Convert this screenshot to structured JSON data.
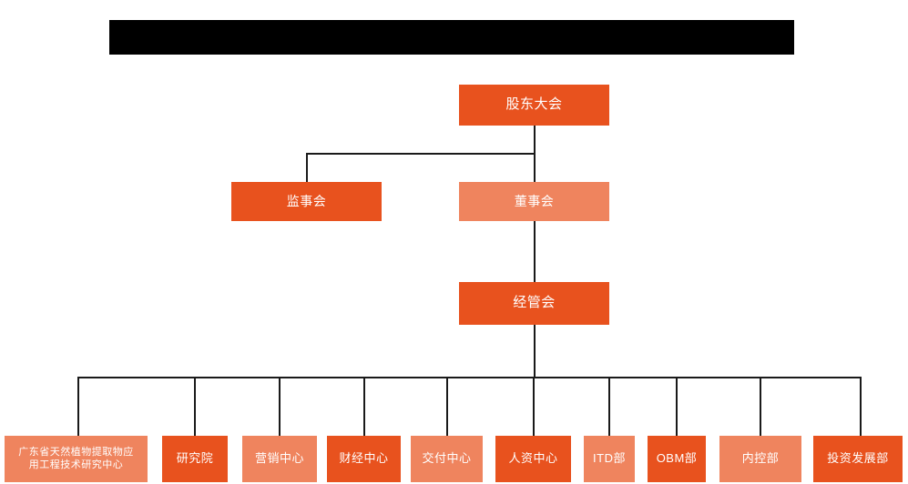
{
  "diagram": {
    "type": "org-chart",
    "title_bar": {
      "label": "",
      "redacted": true,
      "color": "#000000"
    },
    "colors": {
      "fill_dark": "#E8521E",
      "fill_light": "#EF845E",
      "connector": "#1a1a1a",
      "text": "#FFFFFF",
      "background": "#FFFFFF"
    },
    "levels": {
      "level1": [
        {
          "id": "shareholders",
          "label": "股东大会",
          "fill": "dark"
        }
      ],
      "level2": [
        {
          "id": "supervisors",
          "label": "监事会",
          "fill": "dark"
        },
        {
          "id": "directors",
          "label": "董事会",
          "fill": "light"
        }
      ],
      "level3": [
        {
          "id": "management",
          "label": "经管会",
          "fill": "dark"
        }
      ],
      "level4": [
        {
          "id": "gd-research-center",
          "label": "广东省天然植物提取物应\n用工程技术研究中心",
          "fill": "light"
        },
        {
          "id": "research-institute",
          "label": "研究院",
          "fill": "dark"
        },
        {
          "id": "marketing-center",
          "label": "营销中心",
          "fill": "light"
        },
        {
          "id": "finance-center",
          "label": "财经中心",
          "fill": "dark"
        },
        {
          "id": "delivery-center",
          "label": "交付中心",
          "fill": "light"
        },
        {
          "id": "hr-center",
          "label": "人资中心",
          "fill": "dark"
        },
        {
          "id": "itd-dept",
          "label": "ITD部",
          "fill": "light"
        },
        {
          "id": "obm-dept",
          "label": "OBM部",
          "fill": "dark"
        },
        {
          "id": "internal-control-dept",
          "label": "内控部",
          "fill": "light"
        },
        {
          "id": "investment-dev-dept",
          "label": "投资发展部",
          "fill": "dark"
        }
      ]
    }
  }
}
